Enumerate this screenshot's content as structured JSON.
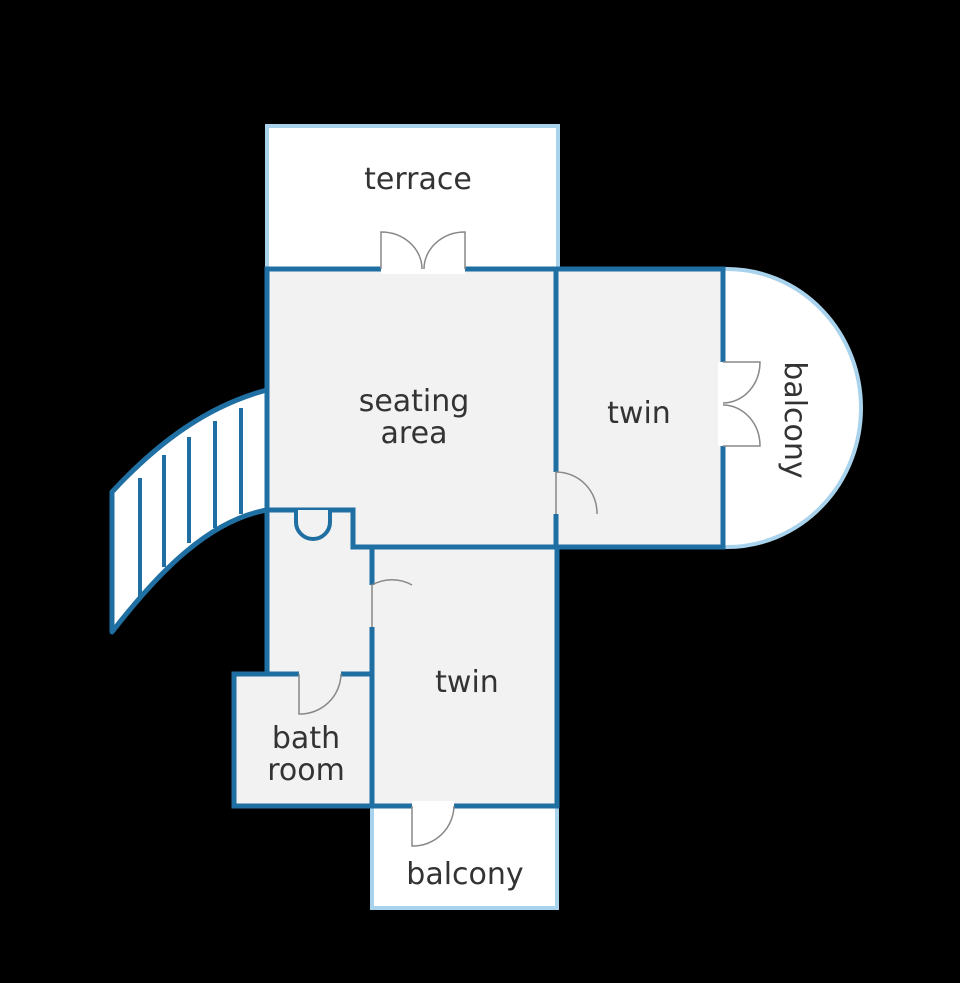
{
  "rooms": {
    "terrace": "terrace",
    "seating_area_line1": "seating",
    "seating_area_line2": "area",
    "twin_right": "twin",
    "balcony_right": "balcony",
    "twin_lower": "twin",
    "bathroom_line1": "bath",
    "bathroom_line2": "room",
    "balcony_bottom": "balcony"
  },
  "colors": {
    "background": "#000000",
    "wall": "#1f6fa3",
    "outdoor_outline": "#a9d3ec",
    "indoor_fill": "#f2f2f2",
    "outdoor_fill": "#ffffff",
    "text": "#333333"
  }
}
